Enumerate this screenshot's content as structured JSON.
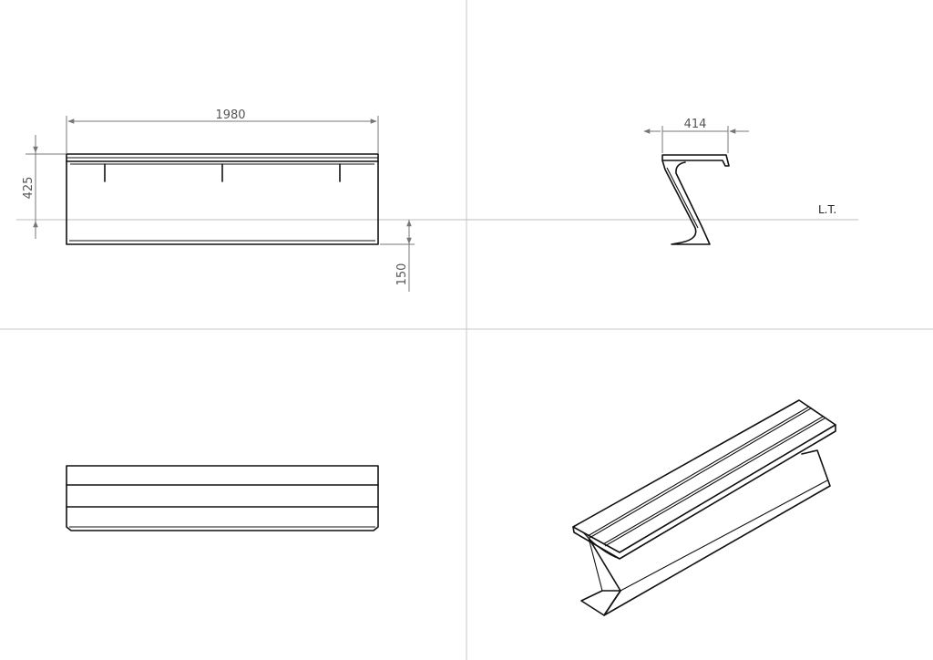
{
  "views": {
    "front": {
      "dimensions": {
        "length": "1980",
        "height": "425",
        "ground_offset": "150"
      }
    },
    "side": {
      "dimensions": {
        "depth": "414"
      },
      "ground_line_label": "L.T."
    },
    "top": {},
    "isometric": {}
  },
  "colors": {
    "line": "#111111",
    "dimension": "#777777",
    "grid": "#c8c8c8",
    "background": "#ffffff"
  }
}
